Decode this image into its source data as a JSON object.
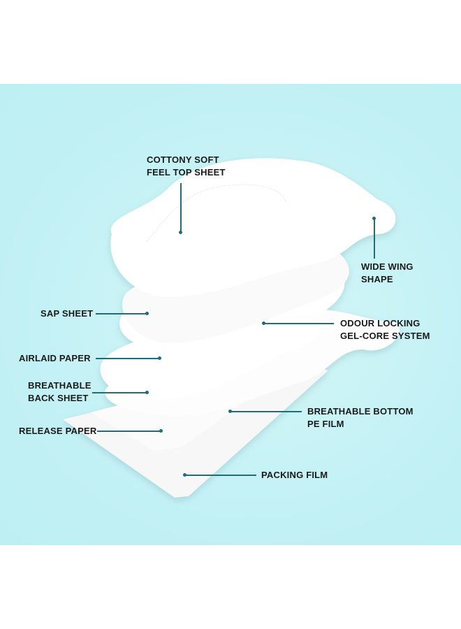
{
  "labels": {
    "top_sheet": [
      "COTTONY SOFT",
      "FEEL TOP SHEET"
    ],
    "wide_wing": [
      "WIDE WING",
      "SHAPE"
    ],
    "sap_sheet": "SAP SHEET",
    "gel_core": [
      "ODOUR LOCKING",
      "GEL-CORE SYSTEM"
    ],
    "airlaid": "AIRLAID PAPER",
    "back_sheet": [
      "BREATHABLE",
      "BACK SHEET"
    ],
    "bottom_film": [
      "BREATHABLE BOTTOM",
      "PE FILM"
    ],
    "release_paper": "RELEASE PAPER",
    "packing_film": "PACKING FILM"
  },
  "colors": {
    "background": "#c3f1f5",
    "leader_line": "#1f6e77",
    "text": "#1a1a1a"
  }
}
